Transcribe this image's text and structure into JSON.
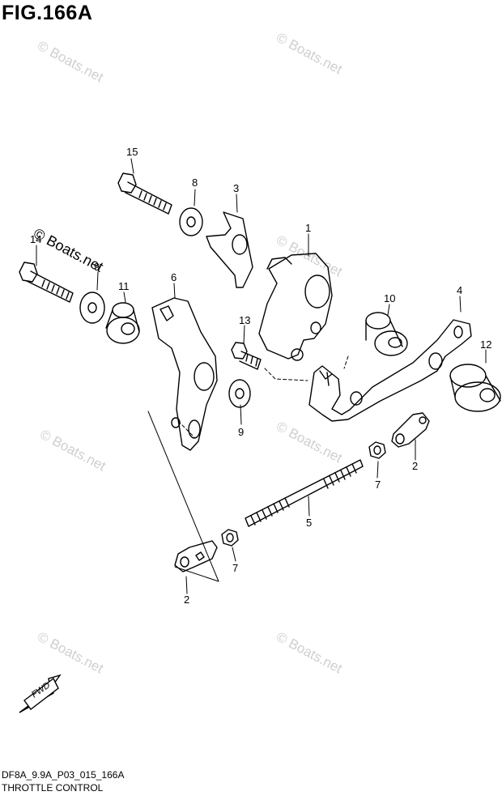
{
  "title": "FIG.166A",
  "footer": {
    "code": "DF8A_9.9A_P03_015_166A",
    "name": "THROTTLE CONTROL"
  },
  "watermark": "© Boats.net",
  "direction_label": "FWD",
  "callouts": [
    "15",
    "8",
    "3",
    "14",
    "9",
    "11",
    "6",
    "1",
    "13",
    "10",
    "4",
    "12",
    "9",
    "2",
    "7",
    "5",
    "7",
    "2"
  ]
}
